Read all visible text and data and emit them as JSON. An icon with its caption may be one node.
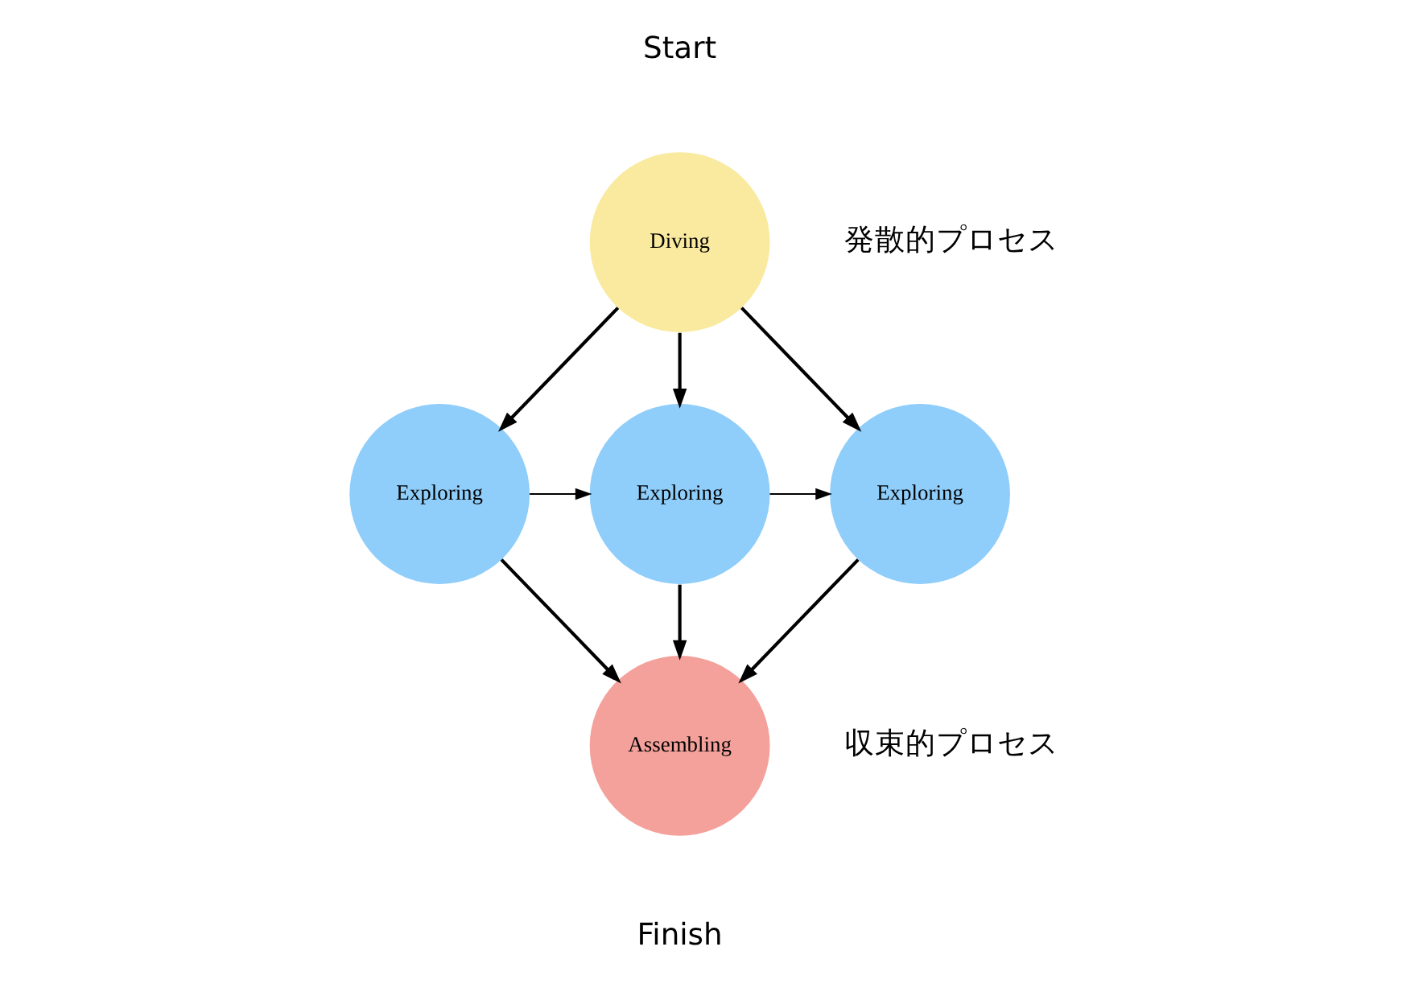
{
  "diagram": {
    "nodes": [
      {
        "text": [
          "Diving"
        ]
      },
      {
        "text": [
          "Exploring"
        ]
      },
      {
        "text": [
          "Exploring"
        ]
      },
      {
        "text": [
          "Exploring"
        ]
      },
      {
        "text": [
          "Assembling"
        ]
      }
    ],
    "edges": [
      {
        "from": 0,
        "to": 1,
        "arrow": "to"
      },
      {
        "from": 0,
        "to": 2,
        "arrow": "to"
      },
      {
        "from": 0,
        "to": 3,
        "arrow": "to"
      },
      {
        "from": 1,
        "to": 2,
        "arrow": "to"
      },
      {
        "from": 2,
        "to": 3,
        "arrow": "to"
      },
      {
        "from": 1,
        "to": 4,
        "arrow": "to"
      },
      {
        "from": 2,
        "to": 4,
        "arrow": "to"
      },
      {
        "from": 3,
        "to": 4,
        "arrow": "to"
      }
    ],
    "labels": [
      "Start",
      "発散的プロセス",
      "収束的プロセス",
      "Finish"
    ]
  }
}
